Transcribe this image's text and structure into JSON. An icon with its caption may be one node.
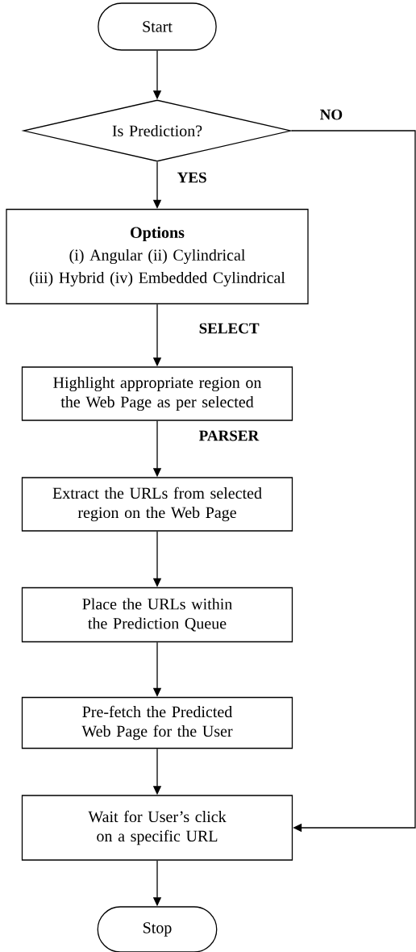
{
  "diagram": {
    "nodes": [
      {
        "text": [
          "Start"
        ]
      },
      {
        "text": [
          "Is Prediction?"
        ]
      },
      {
        "text": [
          "Options",
          "(i) Angular (ii) Cylindrical",
          "(iii) Hybrid (iv) Embedded Cylindrical"
        ]
      },
      {
        "text": [
          "Highlight appropriate region on the Web Page as per selected"
        ]
      },
      {
        "text": [
          "Extract the URLs from selected region on the Web Page"
        ]
      },
      {
        "text": [
          "Place the URLs within the Prediction Queue"
        ]
      },
      {
        "text": [
          "Pre-fetch the Predicted Web Page for the User"
        ]
      },
      {
        "text": [
          "Wait for User’s click on a specific URL"
        ]
      },
      {
        "text": [
          "Stop"
        ]
      }
    ],
    "edges": [
      {
        "from": 0,
        "to": 1,
        "arrow": "to"
      },
      {
        "from": 1,
        "to": 2,
        "arrow": "to",
        "label": "YES"
      },
      {
        "from": 2,
        "to": 3,
        "arrow": "to",
        "label": "SELECT"
      },
      {
        "from": 3,
        "to": 4,
        "arrow": "to",
        "label": "PARSER"
      },
      {
        "from": 4,
        "to": 5,
        "arrow": "to"
      },
      {
        "from": 5,
        "to": 6,
        "arrow": "to"
      },
      {
        "from": 6,
        "to": 7,
        "arrow": "to"
      },
      {
        "from": 7,
        "to": 8,
        "arrow": "to"
      },
      {
        "from": 1,
        "to": 7,
        "arrow": "to",
        "label": "NO"
      }
    ]
  }
}
